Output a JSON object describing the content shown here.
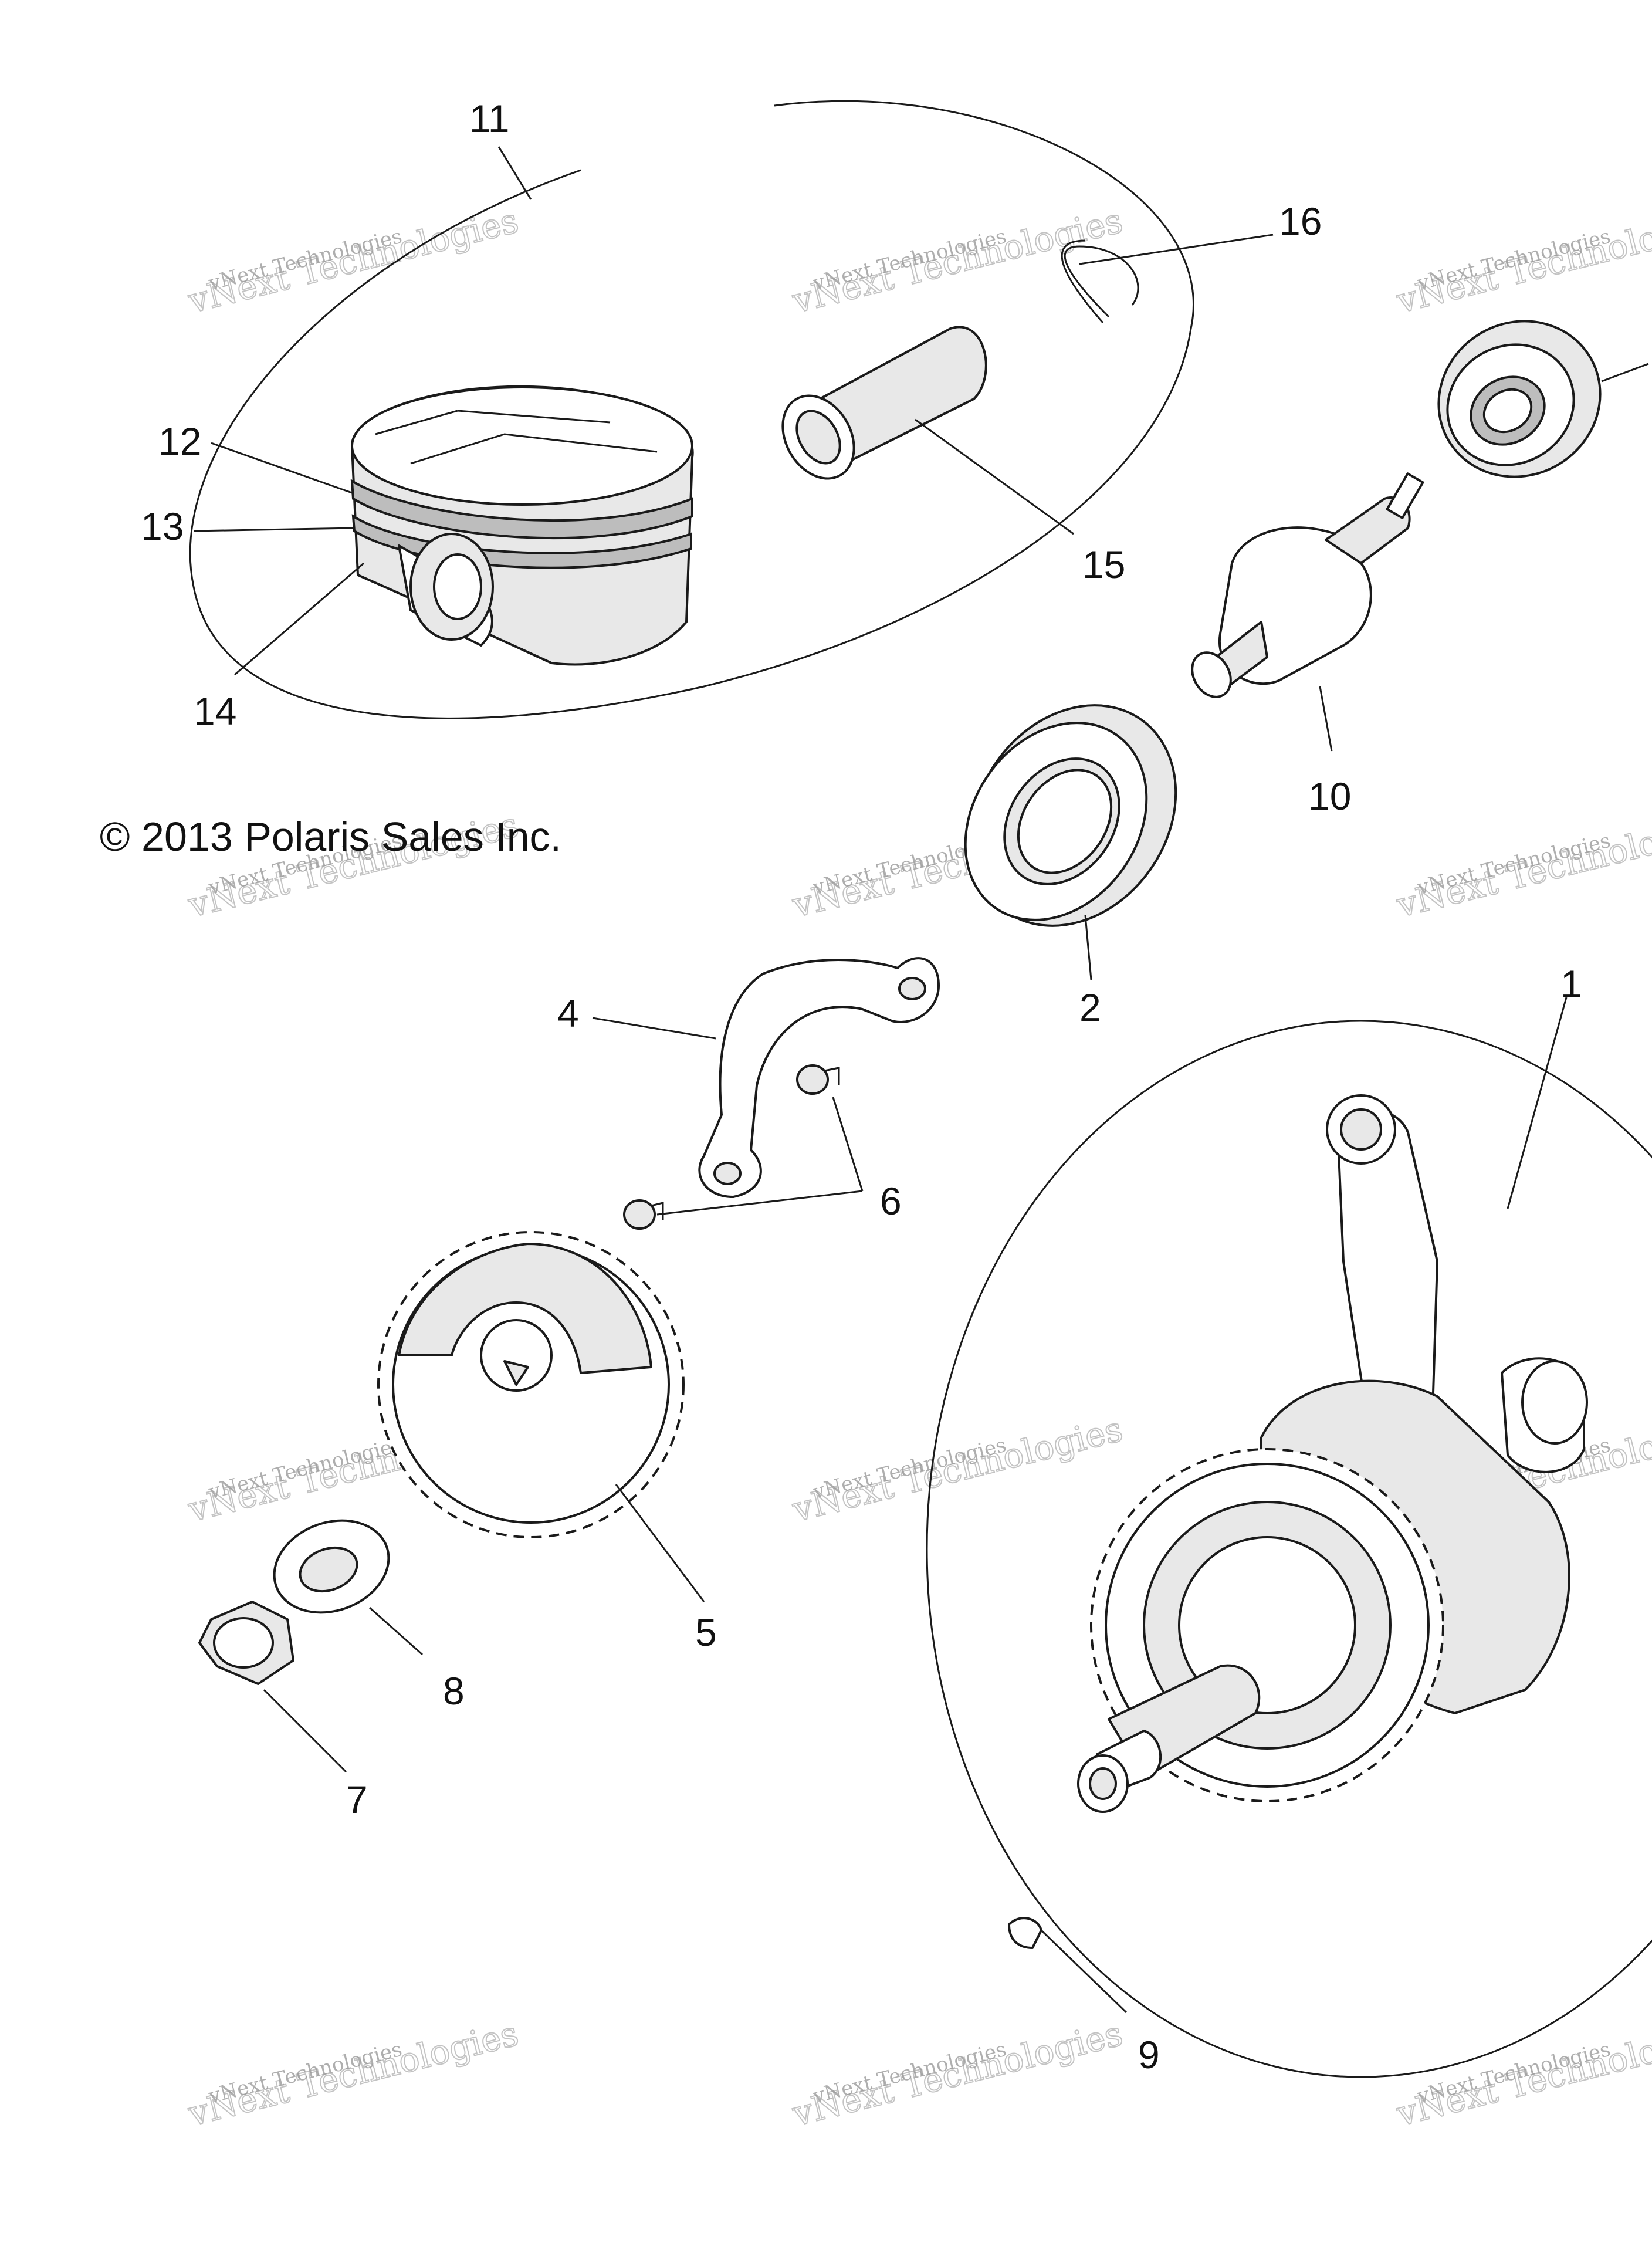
{
  "copyright": "© 2013 Polaris Sales Inc.",
  "watermark": {
    "line1": "vNext Technologies",
    "line2": "vNext Technologies"
  },
  "callouts": [
    "11",
    "16",
    "12",
    "13",
    "14",
    "15",
    "10",
    "2",
    "4",
    "6",
    "1",
    "5",
    "8",
    "7",
    "9"
  ],
  "colors": {
    "line": "#1a1a1a",
    "background": "#ffffff",
    "watermark": "#9a9a9a"
  }
}
